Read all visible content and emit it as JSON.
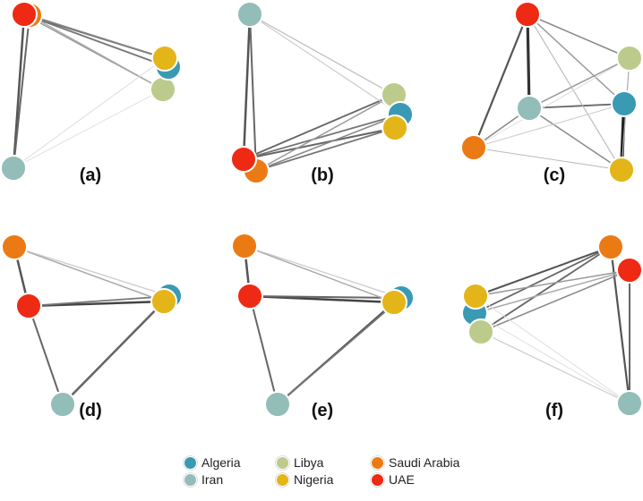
{
  "countries": {
    "algeria": {
      "name": "Algeria",
      "color": "#3a9ab3"
    },
    "iran": {
      "name": "Iran",
      "color": "#93bdb9"
    },
    "libya": {
      "name": "Libya",
      "color": "#bccb8b"
    },
    "nigeria": {
      "name": "Nigeria",
      "color": "#e3b519"
    },
    "saudi": {
      "name": "Saudi Arabia",
      "color": "#ec7a14"
    },
    "uae": {
      "name": "UAE",
      "color": "#ee2a14"
    }
  },
  "panels": [
    {
      "label": "(a)"
    },
    {
      "label": "(b)"
    },
    {
      "label": "(c)"
    },
    {
      "label": "(d)"
    },
    {
      "label": "(e)"
    },
    {
      "label": "(f)"
    }
  ],
  "legend": [
    {
      "key": "algeria"
    },
    {
      "key": "iran"
    },
    {
      "key": "libya"
    },
    {
      "key": "nigeria"
    },
    {
      "key": "saudi"
    },
    {
      "key": "uae"
    }
  ]
}
